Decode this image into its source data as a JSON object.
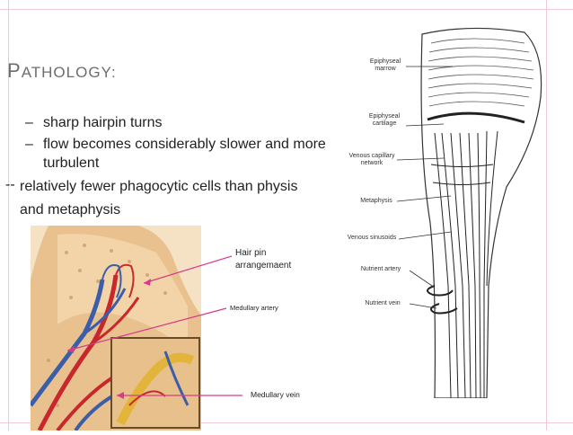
{
  "slide": {
    "title_first": "P",
    "title_rest": "ATHOLOGY",
    "title_colon": ":",
    "bullets": [
      {
        "mark": "–",
        "text": "sharp hairpin turns"
      },
      {
        "mark": "–",
        "text": "flow becomes considerably slower and more turbulent"
      },
      {
        "mark": "--",
        "text": "relatively fewer phagocytic cells than physis and metaphysis"
      }
    ]
  },
  "left_figure": {
    "annotations": {
      "hairpin": "Hair pin arrangemaent",
      "artery": "Medullary artery",
      "vein": "Medullary  vein"
    }
  },
  "right_figure": {
    "labels": {
      "epiphyseal_marrow": "Epiphyseal marrow",
      "epiphyseal_cartilage": "Epiphyseal cartilage",
      "venous_capillary": "Venous capillary network",
      "metaphysis": "Metaphysis",
      "venous_sinusoids": "Venous sinusoids",
      "nutrient_artery": "Nutrient artery",
      "nutrient_vein": "Nutrient vein"
    }
  },
  "colors": {
    "frame": "#f2c9d8",
    "title": "#6d6d6d",
    "arrow": "#d63c8a",
    "artery": "#c8282d",
    "vein": "#3b5ea8",
    "bone": "#e9c18e"
  }
}
